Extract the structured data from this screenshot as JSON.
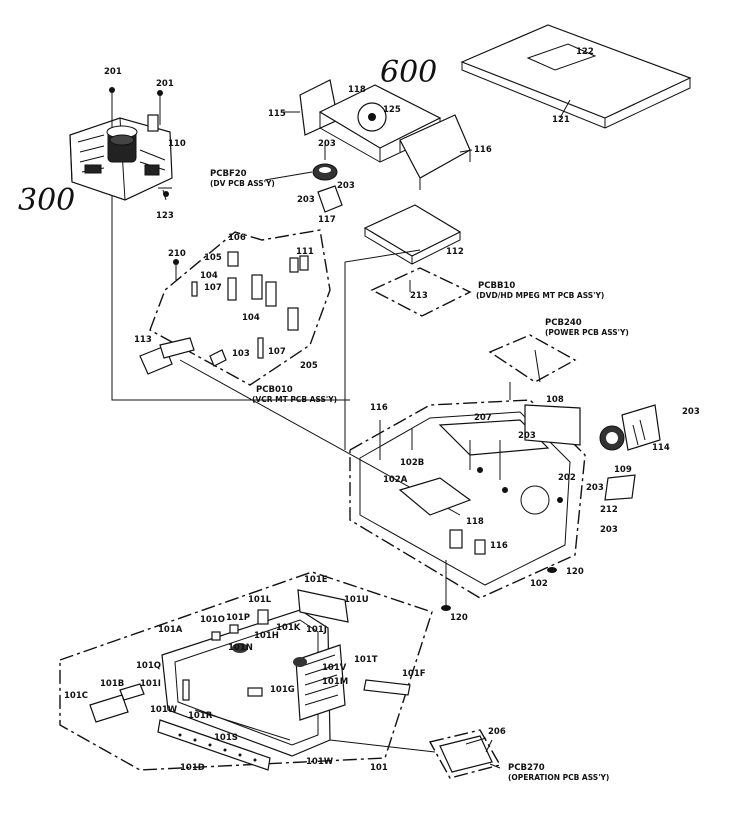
{
  "handwritten": {
    "n300": "300",
    "n600": "600"
  },
  "labels": {
    "l201a": "201",
    "l201b": "201",
    "l110": "110",
    "l123": "123",
    "l118a": "118",
    "l125": "125",
    "l115": "115",
    "l116a": "116",
    "l122": "122",
    "l121": "121",
    "pcbf20": "PCBF20",
    "pcbf20_desc": "(DV PCB ASS'Y)",
    "l203a": "203",
    "l203b": "203",
    "l203c": "203",
    "l117": "117",
    "l112": "112",
    "l213": "213",
    "pcbb10": "PCBB10",
    "pcbb10_desc": "(DVD/HD MPEG MT PCB ASS'Y)",
    "l106": "106",
    "l105": "105",
    "l104": "104",
    "l107a": "107",
    "l210": "210",
    "l111": "111",
    "l104b": "104",
    "l113": "113",
    "l103": "103",
    "l107b": "107",
    "l205": "205",
    "pcb010": "PCB010",
    "pcb010_desc": "(VCR MT PCB ASS'Y)",
    "pcb240": "PCB240",
    "pcb240_desc": "(POWER PCB ASS'Y)",
    "l108": "108",
    "l203d": "203",
    "l114": "114",
    "l116b": "116",
    "l207": "207",
    "l203e": "203",
    "l102b": "102B",
    "l102a": "102A",
    "l202": "202",
    "l109": "109",
    "l203f": "203",
    "l212": "212",
    "l203g": "203",
    "l118b": "118",
    "l116c": "116",
    "l120a": "120",
    "l102": "102",
    "l120b": "120",
    "l101e": "101E",
    "l101u": "101U",
    "l101l": "101L",
    "l101o": "101O",
    "l101p": "101P",
    "l101k": "101K",
    "l101j": "101J",
    "l101a": "101A",
    "l101h": "101H",
    "l101n": "101N",
    "l101q": "101Q",
    "l101v": "101V",
    "l101t": "101T",
    "l101f": "101F",
    "l101b": "101B",
    "l101i": "101I",
    "l101m": "101M",
    "l101c": "101C",
    "l101g": "101G",
    "l101w": "101W",
    "l101r": "101R",
    "l101s": "101S",
    "l101d": "101D",
    "l101w2": "101W",
    "l101": "101",
    "l206": "206",
    "pcb270": "PCB270",
    "pcb270_desc": "(OPERATION PCB ASS'Y)"
  }
}
